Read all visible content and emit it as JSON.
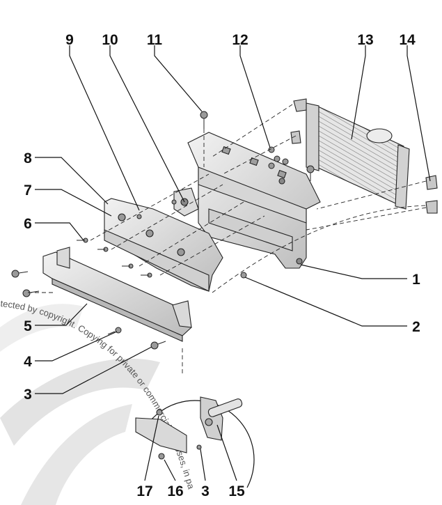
{
  "callouts": [
    {
      "id": "c1",
      "label": "1"
    },
    {
      "id": "c2",
      "label": "2"
    },
    {
      "id": "c3",
      "label": "3"
    },
    {
      "id": "c3b",
      "label": "3"
    },
    {
      "id": "c4",
      "label": "4"
    },
    {
      "id": "c5",
      "label": "5"
    },
    {
      "id": "c6",
      "label": "6"
    },
    {
      "id": "c7",
      "label": "7"
    },
    {
      "id": "c8",
      "label": "8"
    },
    {
      "id": "c9",
      "label": "9"
    },
    {
      "id": "c10",
      "label": "10"
    },
    {
      "id": "c11",
      "label": "11"
    },
    {
      "id": "c12",
      "label": "12"
    },
    {
      "id": "c13",
      "label": "13"
    },
    {
      "id": "c14",
      "label": "14"
    },
    {
      "id": "c15",
      "label": "15"
    },
    {
      "id": "c16",
      "label": "16"
    },
    {
      "id": "c17",
      "label": "17"
    }
  ],
  "watermark": {
    "text": "Protected by copyright. Copying for private or commercial purposes, in part or in whole, is not permitted unless authorised by Volkswagen AG. Volkswagen AG does not guarantee or accept any liability with respect to the correctness of information in this document."
  },
  "colors": {
    "line": "#111111",
    "part_fill": "#e9e9e9",
    "part_shade": "#bdbdbd",
    "watermark": "#dadada"
  }
}
